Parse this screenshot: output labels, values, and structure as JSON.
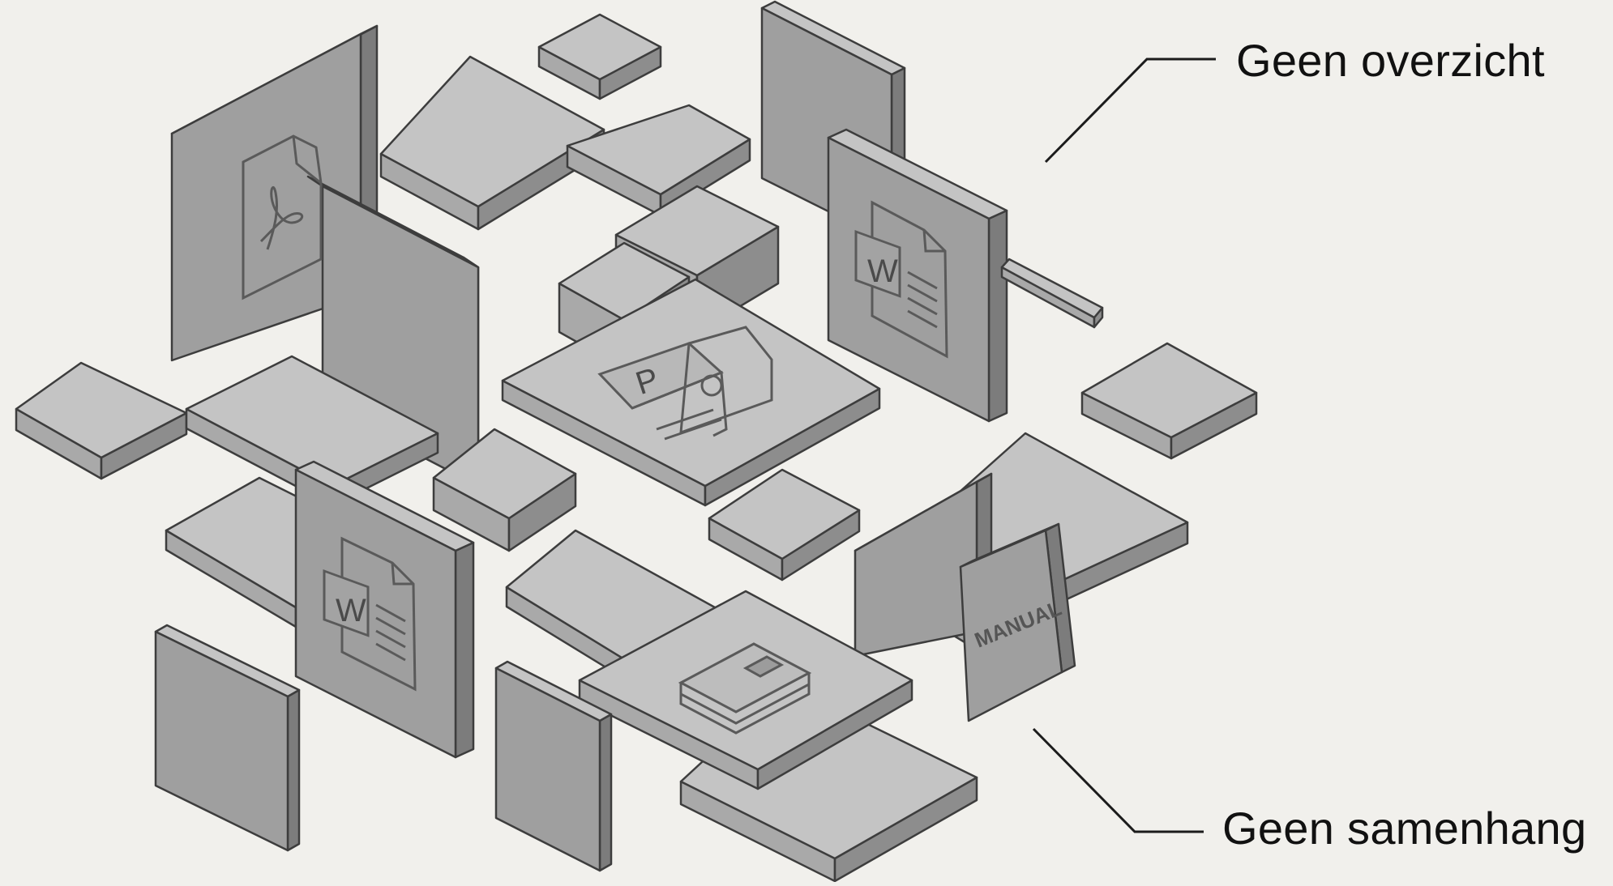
{
  "annotations": {
    "top_label": "Geen overzicht",
    "bottom_label": "Geen samenhang"
  },
  "manual_label": "MANUAL",
  "icon_letters": {
    "word": "W",
    "powerpoint": "P"
  },
  "colors": {
    "background": "#f1f0ec",
    "block_top": "#c4c4c4",
    "block_left": "#a9a9a9",
    "block_right": "#8d8d8d",
    "panel_face": "#9f9f9f",
    "panel_edge": "#7c7c7c",
    "stroke": "#3d3d3d",
    "icon": "#5a5a5a",
    "text": "#111111"
  },
  "icons": [
    "pdf-document-icon",
    "word-document-icon",
    "powerpoint-document-icon",
    "book-icon",
    "manual-icon"
  ]
}
